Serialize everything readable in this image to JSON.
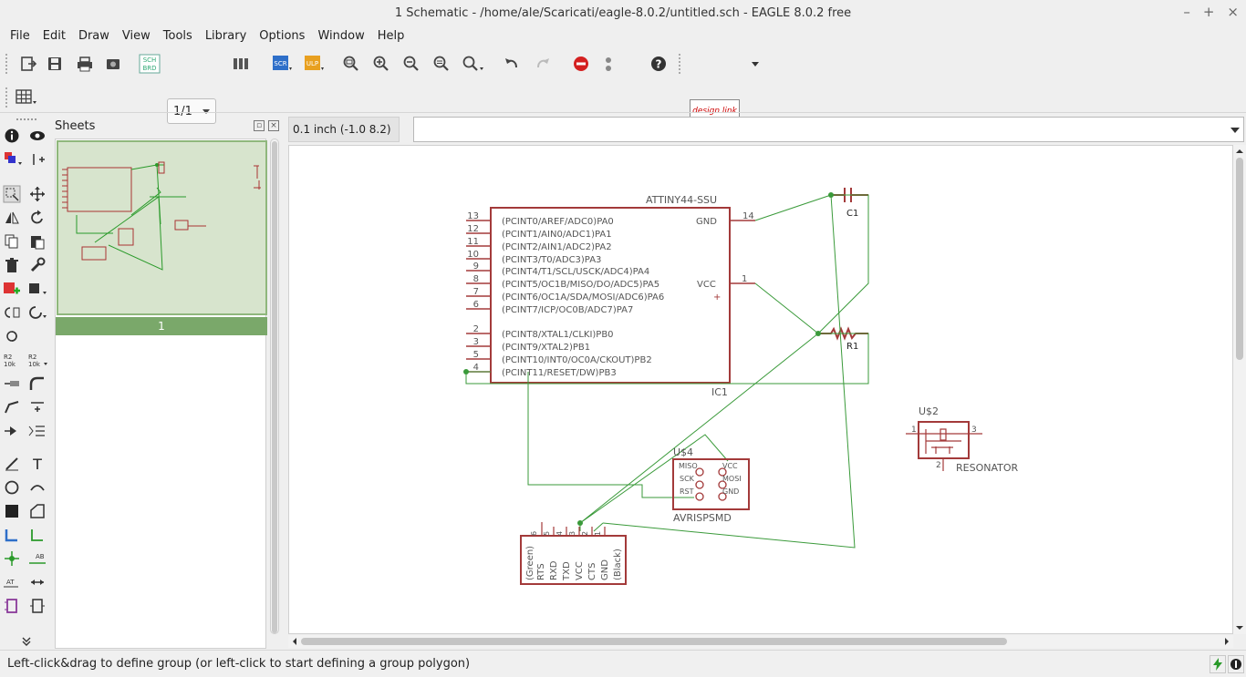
{
  "window": {
    "title": "1 Schematic - /home/ale/Scaricati/eagle-8.0.2/untitled.sch - EAGLE 8.0.2 free",
    "minimize": "–",
    "maximize": "+",
    "close": "×"
  },
  "menu": [
    "File",
    "Edit",
    "Draw",
    "View",
    "Tools",
    "Library",
    "Options",
    "Window",
    "Help"
  ],
  "toolbar": {
    "sheet_select": "1/1",
    "sch_brd_top": "SCH",
    "sch_brd_bottom": "BRD",
    "scr_label": "SCR",
    "ulp_label": "ULP",
    "designlink_label": "design link"
  },
  "sheets_panel": {
    "title": "Sheets",
    "sheet_label": "1"
  },
  "coord_display": "0.1 inch (-1.0 8.2)",
  "command_line": {
    "value": ""
  },
  "schematic": {
    "ic1": {
      "part_name": "ATTINY44-SSU",
      "ref": "IC1",
      "left_pins": [
        {
          "num": "13",
          "name": "(PCINT0/AREF/ADC0)PA0"
        },
        {
          "num": "12",
          "name": "(PCINT1/AIN0/ADC1)PA1"
        },
        {
          "num": "11",
          "name": "(PCINT2/AIN1/ADC2)PA2"
        },
        {
          "num": "10",
          "name": "(PCINT3/T0/ADC3)PA3"
        },
        {
          "num": "9",
          "name": "(PCINT4/T1/SCL/USCK/ADC4)PA4"
        },
        {
          "num": "8",
          "name": "(PCINT5/OC1B/MISO/DO/ADC5)PA5"
        },
        {
          "num": "7",
          "name": "(PCINT6/OC1A/SDA/MOSI/ADC6)PA6"
        },
        {
          "num": "6",
          "name": "(PCINT7/ICP/OC0B/ADC7)PA7"
        },
        {
          "num": "2",
          "name": "(PCINT8/XTAL1/CLKI)PB0"
        },
        {
          "num": "3",
          "name": "(PCINT9/XTAL2)PB1"
        },
        {
          "num": "5",
          "name": "(PCINT10/INT0/OC0A/CKOUT)PB2"
        },
        {
          "num": "4",
          "name": "(PCINT11/RESET/DW)PB3"
        }
      ],
      "gnd_pin": {
        "num": "14",
        "name": "GND"
      },
      "vcc_pin": {
        "num": "1",
        "name": "VCC",
        "plus": "+"
      }
    },
    "c1": {
      "ref": "C1"
    },
    "r1": {
      "ref": "R1"
    },
    "u2": {
      "ref": "U$2",
      "value": "RESONATOR",
      "pin1": "1",
      "pin2": "2",
      "pin3": "3"
    },
    "u4": {
      "ref": "U$4",
      "value": "AVRISPSMD",
      "pins": [
        "MISO",
        "VCC",
        "SCK",
        "MOSI",
        "RST",
        "GND"
      ]
    },
    "ftdi": {
      "pins": [
        "(Green)",
        "RTS",
        "RXD",
        "TXD",
        "VCC",
        "CTS",
        "GND",
        "(Black)"
      ],
      "pin_nums": [
        "6",
        "5",
        "4",
        "3",
        "2",
        "1"
      ]
    }
  },
  "status": {
    "message": "Left-click&drag to define group (or left-click to start defining a group polygon)"
  },
  "colors": {
    "net": "#3a9a3a",
    "symbol": "#a33a3a",
    "text": "#555555",
    "accent_panel": "#7aa86a"
  }
}
